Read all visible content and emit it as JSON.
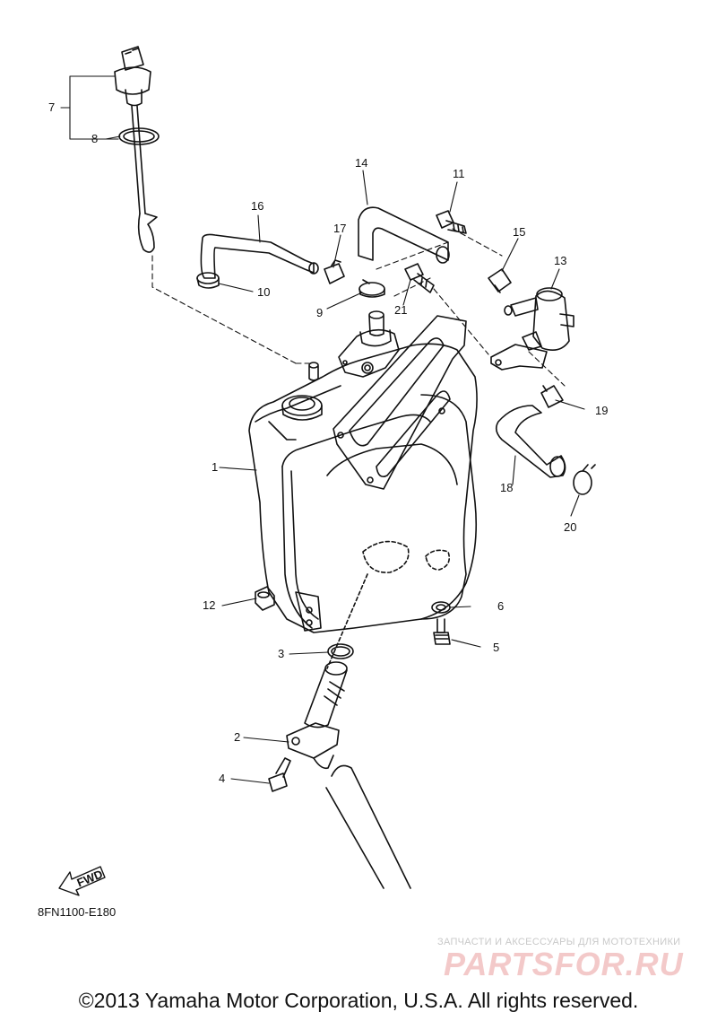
{
  "diagram": {
    "figure_code": "8FN1100-E180",
    "fwd_arrow_label": "FWD",
    "copyright": "©2013 Yamaha Motor Corporation, U.S.A. All rights reserved.",
    "watermark": {
      "tagline": "ЗАПЧАСТИ И АКСЕССУАРЫ ДЛЯ МОТОТЕХНИКИ",
      "logo": "PARTSFOR.RU"
    },
    "callouts": [
      "1",
      "2",
      "3",
      "4",
      "5",
      "6",
      "7",
      "8",
      "9",
      "10",
      "11",
      "12",
      "13",
      "14",
      "15",
      "16",
      "17",
      "18",
      "19",
      "20",
      "21"
    ]
  }
}
